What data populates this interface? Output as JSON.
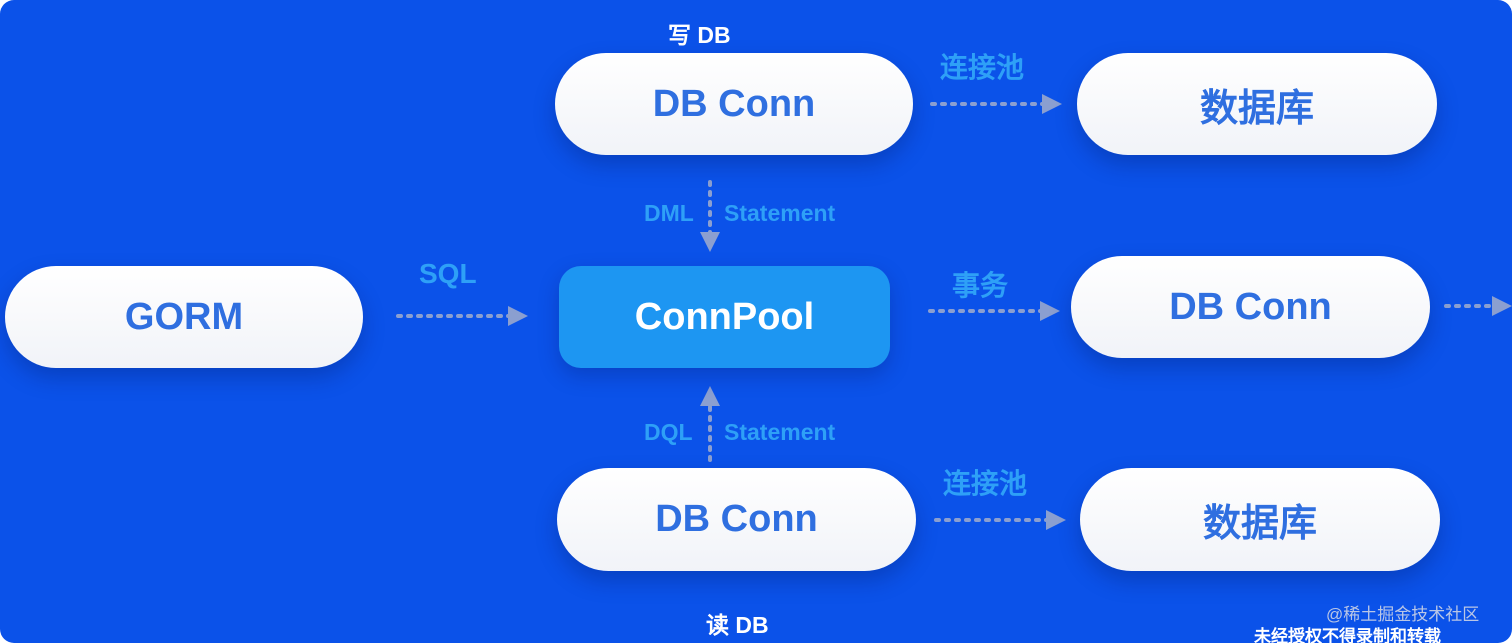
{
  "colors": {
    "background": "#0b52e9",
    "pill_text": "#2f6fe0",
    "pool_fill": "#1d96f2",
    "label_light": "#2ea0f7",
    "arrow": "#8b9fd0"
  },
  "nodes": {
    "gorm": "GORM",
    "connpool": "ConnPool",
    "write_conn": "DB Conn",
    "write_db": "数据库",
    "tx_conn": "DB Conn",
    "read_conn": "DB Conn",
    "read_db": "数据库"
  },
  "labels": {
    "write_db_caption": "写 DB",
    "read_db_caption": "读 DB",
    "sql": "SQL",
    "pool_top": "连接池",
    "pool_bottom": "连接池",
    "transaction": "事务",
    "dml_left": "DML",
    "dml_right": "Statement",
    "dql_left": "DQL",
    "dql_right": "Statement"
  },
  "watermark": {
    "site": "@稀土掘金技术社区",
    "copyright": "未经授权不得录制和转载"
  }
}
